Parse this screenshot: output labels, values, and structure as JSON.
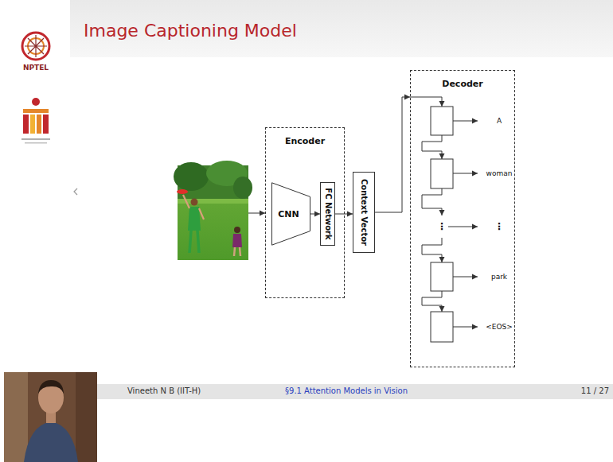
{
  "diagram": {
    "title": "Image Captioning Model",
    "nodes": [
      {
        "text": [
          "Encoder"
        ]
      },
      {
        "text": [
          "CNN"
        ],
        "in": 0
      },
      {
        "text": [
          "FC Network"
        ],
        "in": 0
      },
      {
        "text": [
          "Context Vector"
        ]
      },
      {
        "text": [
          "Decoder"
        ]
      }
    ],
    "edges": [
      {
        "from": 1,
        "to": 2,
        "arrow": "to"
      },
      {
        "from": 2,
        "to": 3,
        "arrow": "to"
      },
      {
        "from": 3,
        "to": 4,
        "arrow": "to"
      }
    ],
    "labels": [
      "NPTEL",
      "A",
      "woman",
      "⋮",
      "⋮",
      "park",
      "<EOS>",
      "Vineeth N B (IIT-H)",
      "§9.1 Attention Models in Vision",
      "11 / 27"
    ]
  }
}
